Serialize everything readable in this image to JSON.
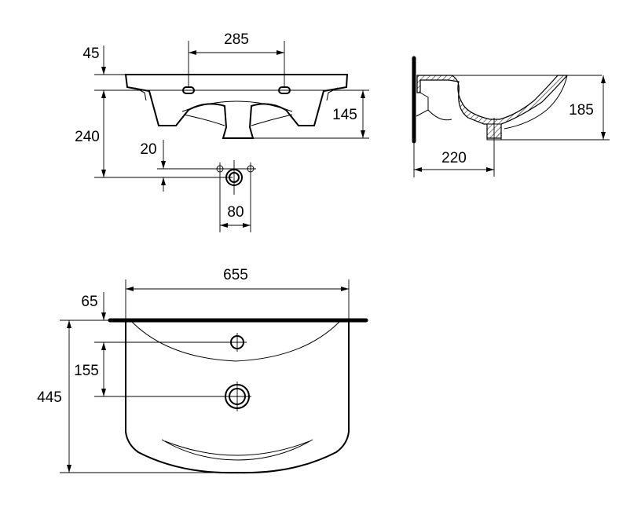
{
  "dimensions": {
    "front_view": {
      "top_offset": "45",
      "tap_hole_spacing": "285",
      "height_to_waste": "240",
      "bowl_depth": "145",
      "waste_offset": "20",
      "waste_spacing": "80"
    },
    "side_view": {
      "height": "185",
      "wall_to_waste": "220"
    },
    "top_view": {
      "width": "655",
      "wall_to_tap": "65",
      "tap_to_waste": "155",
      "depth": "445"
    }
  }
}
